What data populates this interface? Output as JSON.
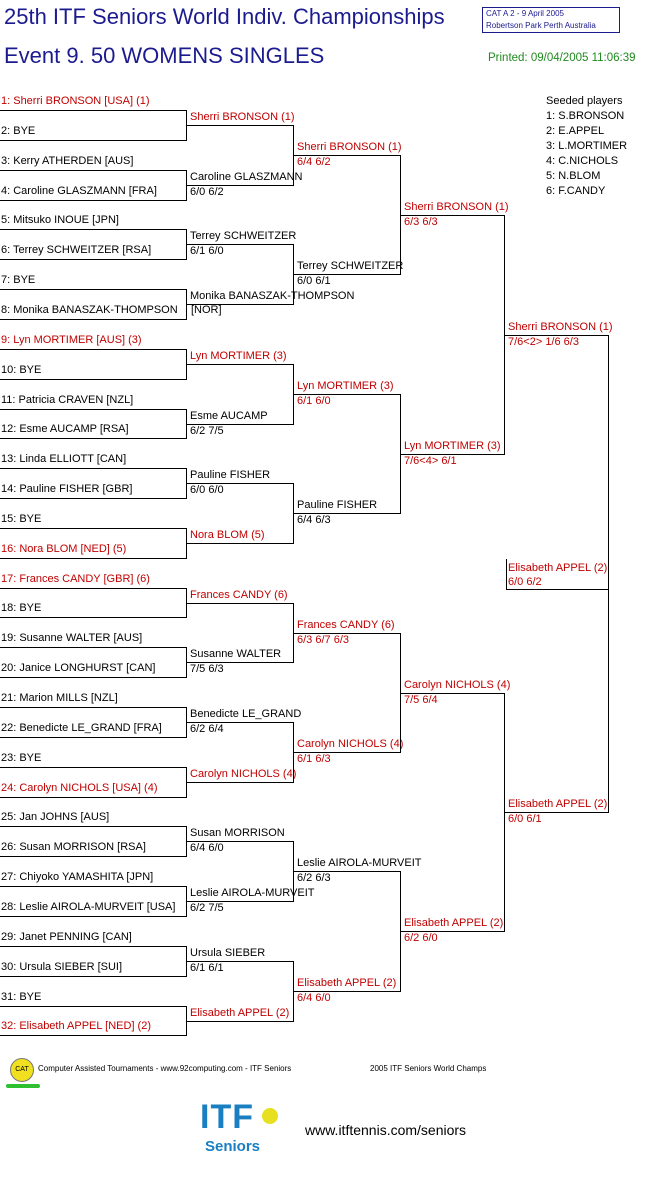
{
  "header": {
    "title": "25th ITF Seniors World Indiv. Championships",
    "event": "Event 9. 50 WOMENS SINGLES",
    "cat_line1": "CAT A   2 - 9 April 2005",
    "cat_line2": "Robertson Park Perth    Australia",
    "printed": "Printed: 09/04/2005 11:06:39"
  },
  "seeded": {
    "heading": "Seeded players",
    "players": [
      "1: S.BRONSON",
      "2: E.APPEL",
      "3: L.MORTIMER",
      "4: C.NICHOLS",
      "5: N.BLOM",
      "6: F.CANDY"
    ]
  },
  "draw": [
    {
      "label": "1: Sherri BRONSON [USA] (1)",
      "seed": true
    },
    {
      "label": "2: BYE",
      "seed": false
    },
    {
      "label": "3: Kerry ATHERDEN [AUS]",
      "seed": false
    },
    {
      "label": "4: Caroline GLASZMANN [FRA]",
      "seed": false
    },
    {
      "label": "5: Mitsuko INOUE [JPN]",
      "seed": false
    },
    {
      "label": "6: Terrey SCHWEITZER [RSA]",
      "seed": false
    },
    {
      "label": "7: BYE",
      "seed": false
    },
    {
      "label": "8: Monika BANASZAK-THOMPSON",
      "seed": false
    },
    {
      "label": "9: Lyn MORTIMER [AUS] (3)",
      "seed": true
    },
    {
      "label": "10: BYE",
      "seed": false
    },
    {
      "label": "11: Patricia CRAVEN [NZL]",
      "seed": false
    },
    {
      "label": "12: Esme AUCAMP [RSA]",
      "seed": false
    },
    {
      "label": "13: Linda ELLIOTT [CAN]",
      "seed": false
    },
    {
      "label": "14: Pauline FISHER [GBR]",
      "seed": false
    },
    {
      "label": "15: BYE",
      "seed": false
    },
    {
      "label": "16: Nora BLOM [NED] (5)",
      "seed": true
    },
    {
      "label": "17: Frances CANDY [GBR] (6)",
      "seed": true
    },
    {
      "label": "18: BYE",
      "seed": false
    },
    {
      "label": "19: Susanne WALTER [AUS]",
      "seed": false
    },
    {
      "label": "20: Janice LONGHURST [CAN]",
      "seed": false
    },
    {
      "label": "21: Marion MILLS [NZL]",
      "seed": false
    },
    {
      "label": "22: Benedicte LE_GRAND [FRA]",
      "seed": false
    },
    {
      "label": "23: BYE",
      "seed": false
    },
    {
      "label": "24: Carolyn NICHOLS [USA] (4)",
      "seed": true
    },
    {
      "label": "25: Jan JOHNS [AUS]",
      "seed": false
    },
    {
      "label": "26: Susan MORRISON [RSA]",
      "seed": false
    },
    {
      "label": "27: Chiyoko YAMASHITA [JPN]",
      "seed": false
    },
    {
      "label": "28: Leslie AIROLA-MURVEIT [USA]",
      "seed": false
    },
    {
      "label": "29: Janet PENNING [CAN]",
      "seed": false
    },
    {
      "label": "30: Ursula SIEBER [SUI]",
      "seed": false
    },
    {
      "label": "31: BYE",
      "seed": false
    },
    {
      "label": "32: Elisabeth APPEL [NED] (2)",
      "seed": true
    }
  ],
  "extra_nor": "[NOR]",
  "round2": [
    {
      "name": "Sherri BRONSON (1)",
      "score": "",
      "seed": true
    },
    {
      "name": "Caroline GLASZMANN",
      "score": "6/0 6/2",
      "seed": false
    },
    {
      "name": "Terrey SCHWEITZER",
      "score": "6/1 6/0",
      "seed": false
    },
    {
      "name": "Monika BANASZAK-THOMPSON",
      "score": "",
      "seed": false
    },
    {
      "name": "Lyn MORTIMER (3)",
      "score": "",
      "seed": true
    },
    {
      "name": "Esme AUCAMP",
      "score": "6/2 7/5",
      "seed": false
    },
    {
      "name": "Pauline FISHER",
      "score": "6/0 6/0",
      "seed": false
    },
    {
      "name": "Nora BLOM (5)",
      "score": "",
      "seed": true
    },
    {
      "name": "Frances CANDY (6)",
      "score": "",
      "seed": true
    },
    {
      "name": "Susanne WALTER",
      "score": "7/5 6/3",
      "seed": false
    },
    {
      "name": "Benedicte LE_GRAND",
      "score": "6/2 6/4",
      "seed": false
    },
    {
      "name": "Carolyn NICHOLS (4)",
      "score": "",
      "seed": true
    },
    {
      "name": "Susan MORRISON",
      "score": "6/4 6/0",
      "seed": false
    },
    {
      "name": "Leslie AIROLA-MURVEIT",
      "score": "6/2 7/5",
      "seed": false
    },
    {
      "name": "Ursula SIEBER",
      "score": "6/1 6/1",
      "seed": false
    },
    {
      "name": "Elisabeth APPEL (2)",
      "score": "",
      "seed": true
    }
  ],
  "round3": [
    {
      "name": "Sherri BRONSON (1)",
      "score": "6/4 6/2",
      "seed": true
    },
    {
      "name": "Terrey SCHWEITZER",
      "score": "6/0 6/1",
      "seed": false
    },
    {
      "name": "Lyn MORTIMER (3)",
      "score": "6/1 6/0",
      "seed": true
    },
    {
      "name": "Pauline FISHER",
      "score": "6/4 6/3",
      "seed": false
    },
    {
      "name": "Frances CANDY (6)",
      "score": "6/3 6/7 6/3",
      "seed": true
    },
    {
      "name": "Carolyn NICHOLS (4)",
      "score": "6/1 6/3",
      "seed": true
    },
    {
      "name": "Leslie AIROLA-MURVEIT",
      "score": "6/2 6/3",
      "seed": false
    },
    {
      "name": "Elisabeth APPEL (2)",
      "score": "6/4 6/0",
      "seed": true
    }
  ],
  "round4": [
    {
      "name": "Sherri BRONSON (1)",
      "score": "6/3 6/3",
      "seed": true
    },
    {
      "name": "Lyn MORTIMER (3)",
      "score": "7/6<4> 6/1",
      "seed": true
    },
    {
      "name": "Carolyn NICHOLS (4)",
      "score": "7/5 6/4",
      "seed": true
    },
    {
      "name": "Elisabeth APPEL (2)",
      "score": "6/2 6/0",
      "seed": true
    }
  ],
  "round5": [
    {
      "name": "Sherri BRONSON (1)",
      "score": "7/6<2> 1/6 6/3",
      "seed": true
    },
    {
      "name": "Elisabeth APPEL (2)",
      "score": "6/0 6/1",
      "seed": true
    }
  ],
  "final": {
    "name": "Elisabeth APPEL (2)",
    "score": "6/0 6/2",
    "seed": true
  },
  "footer": {
    "cat_logo": "CAT",
    "left": "Computer Assisted Tournaments - www.92computing.com -  ITF Seniors",
    "right": "2005 ITF Seniors World Champs",
    "itf": "ITF",
    "seniors": "Seniors",
    "url": "www.itftennis.com/seniors"
  }
}
